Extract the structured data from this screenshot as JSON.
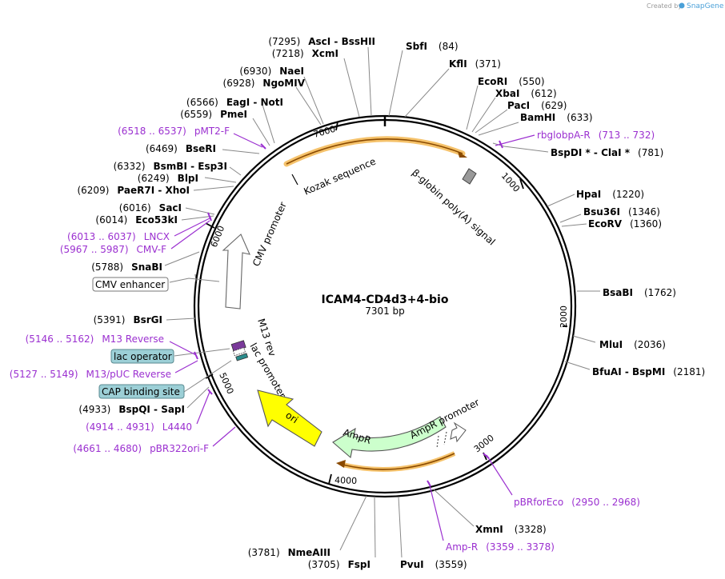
{
  "plasmid": {
    "name": "ICAM4-CD4d3+4-bio",
    "length_label": "7301 bp",
    "length": 7301
  },
  "credit": {
    "created_by": "Created by",
    "brand": "SnapGene"
  },
  "scale_ticks": [
    "1000",
    "2000",
    "3000",
    "4000",
    "5000",
    "6000",
    "7000"
  ],
  "colors": {
    "backbone": "#000000",
    "primer": "#9b30d0",
    "ori": "#ffff00",
    "ampr": "#ccffcc",
    "promoter": "#ffffff",
    "orf_highlight": "#f5c26b",
    "lac_box": "#9ccfd6",
    "polya": "#999999"
  },
  "sites_right": [
    {
      "pos": "(84)",
      "name": "SbfI"
    },
    {
      "pos": "(371)",
      "name": "KflI"
    },
    {
      "pos": "(550)",
      "name": "EcoRI"
    },
    {
      "pos": "(612)",
      "name": "XbaI"
    },
    {
      "pos": "(629)",
      "name": "PacI"
    },
    {
      "pos": "(633)",
      "name": "BamHI"
    },
    {
      "pos": "(781)",
      "name": "BspDI * - ClaI *"
    },
    {
      "pos": "(1220)",
      "name": "HpaI"
    },
    {
      "pos": "(1346)",
      "name": "Bsu36I"
    },
    {
      "pos": "(1360)",
      "name": "EcoRV"
    },
    {
      "pos": "(1762)",
      "name": "BsaBI"
    },
    {
      "pos": "(2036)",
      "name": "MluI"
    },
    {
      "pos": "(2181)",
      "name": "BfuAI - BspMI"
    },
    {
      "pos": "(3328)",
      "name": "XmnI"
    },
    {
      "pos": "(3559)",
      "name": "PvuI"
    }
  ],
  "sites_left": [
    {
      "pos": "(7295)",
      "name": "AscI - BssHII"
    },
    {
      "pos": "(7218)",
      "name": "XcmI"
    },
    {
      "pos": "(6930)",
      "name": "NaeI"
    },
    {
      "pos": "(6928)",
      "name": "NgoMIV"
    },
    {
      "pos": "(6566)",
      "name": "EagI - NotI"
    },
    {
      "pos": "(6559)",
      "name": "PmeI"
    },
    {
      "pos": "(6469)",
      "name": "BseRI"
    },
    {
      "pos": "(6332)",
      "name": "BsmBI - Esp3I"
    },
    {
      "pos": "(6249)",
      "name": "BlpI"
    },
    {
      "pos": "(6209)",
      "name": "PaeR7I - XhoI"
    },
    {
      "pos": "(6016)",
      "name": "SacI"
    },
    {
      "pos": "(6014)",
      "name": "Eco53kI"
    },
    {
      "pos": "(5788)",
      "name": "SnaBI"
    },
    {
      "pos": "(5391)",
      "name": "BsrGI"
    },
    {
      "pos": "(4933)",
      "name": "BspQI - SapI"
    },
    {
      "pos": "(3781)",
      "name": "NmeAIII"
    },
    {
      "pos": "(3705)",
      "name": "FspI"
    }
  ],
  "primers": [
    {
      "label": "rbglobpA-R",
      "range": "(713 .. 732)"
    },
    {
      "label": "pBRforEco",
      "range": "(2950 .. 2968)"
    },
    {
      "label": "Amp-R",
      "range": "(3359 .. 3378)"
    },
    {
      "label": "pMT2-F",
      "range": "(6518 .. 6537)"
    },
    {
      "label": "LNCX",
      "range": "(6013 .. 6037)"
    },
    {
      "label": "CMV-F",
      "range": "(5967 .. 5987)"
    },
    {
      "label": "M13 Reverse",
      "range": "(5146 .. 5162)"
    },
    {
      "label": "M13/pUC Reverse",
      "range": "(5127 .. 5149)"
    },
    {
      "label": "L4440",
      "range": "(4914 .. 4931)"
    },
    {
      "label": "pBR322ori-F",
      "range": "(4661 .. 4680)"
    }
  ],
  "features": {
    "kozak": "Kozak sequence",
    "polya": "β-globin poly(A) signal",
    "cmv_promoter": "CMV promoter",
    "cmv_enhancer": "CMV enhancer",
    "m13_rev": "M13 rev",
    "lac_promoter": "lac promoter",
    "lac_operator": "lac operator",
    "cap_site": "CAP binding site",
    "ori": "ori",
    "ampr": "AmpR",
    "ampr_promoter": "AmpR promoter"
  }
}
